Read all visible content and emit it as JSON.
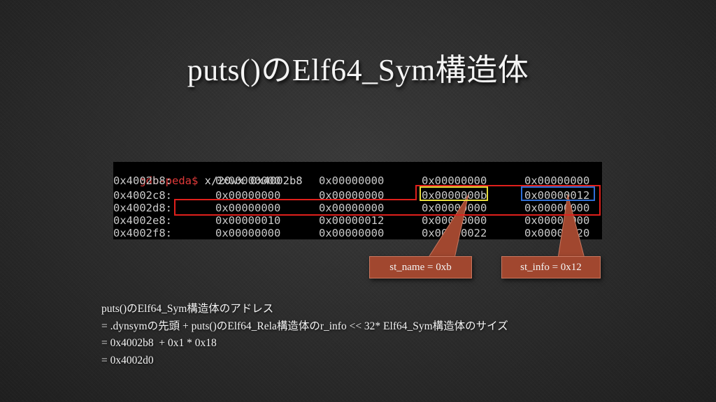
{
  "slide": {
    "title": "puts()のElf64_Sym構造体"
  },
  "terminal": {
    "prompt": "gdb-peda$",
    "command": " x/20wx 0x4002b8",
    "rows": [
      {
        "addr": "0x4002b8:",
        "cells": [
          "0x00000000",
          "0x00000000",
          "0x00000000",
          "0x00000000"
        ]
      },
      {
        "addr": "0x4002c8:",
        "cells": [
          "0x00000000",
          "0x00000000",
          "0x0000000b",
          "0x00000012"
        ]
      },
      {
        "addr": "0x4002d8:",
        "cells": [
          "0x00000000",
          "0x00000000",
          "0x00000000",
          "0x00000000"
        ]
      },
      {
        "addr": "0x4002e8:",
        "cells": [
          "0x00000010",
          "0x00000012",
          "0x00000000",
          "0x00000000"
        ]
      },
      {
        "addr": "0x4002f8:",
        "cells": [
          "0x00000000",
          "0x00000000",
          "0x00000022",
          "0x00000020"
        ]
      }
    ],
    "highlight_colors": {
      "entry": "#e0201c",
      "st_name": "#e8de3a",
      "st_info": "#2f6fd6"
    }
  },
  "callouts": {
    "st_name": "st_name = 0xb",
    "st_info": "st_info = 0x12",
    "fill_color": "#a1472f"
  },
  "explanation": {
    "line1": "puts()のElf64_Sym構造体のアドレス",
    "line2": "= .dynsymの先頭 + puts()のElf64_Rela構造体のr_info << 32* Elf64_Sym構造体のサイズ",
    "line3": "= 0x4002b8  + 0x1 * 0x18",
    "line4": "= 0x4002d0"
  }
}
